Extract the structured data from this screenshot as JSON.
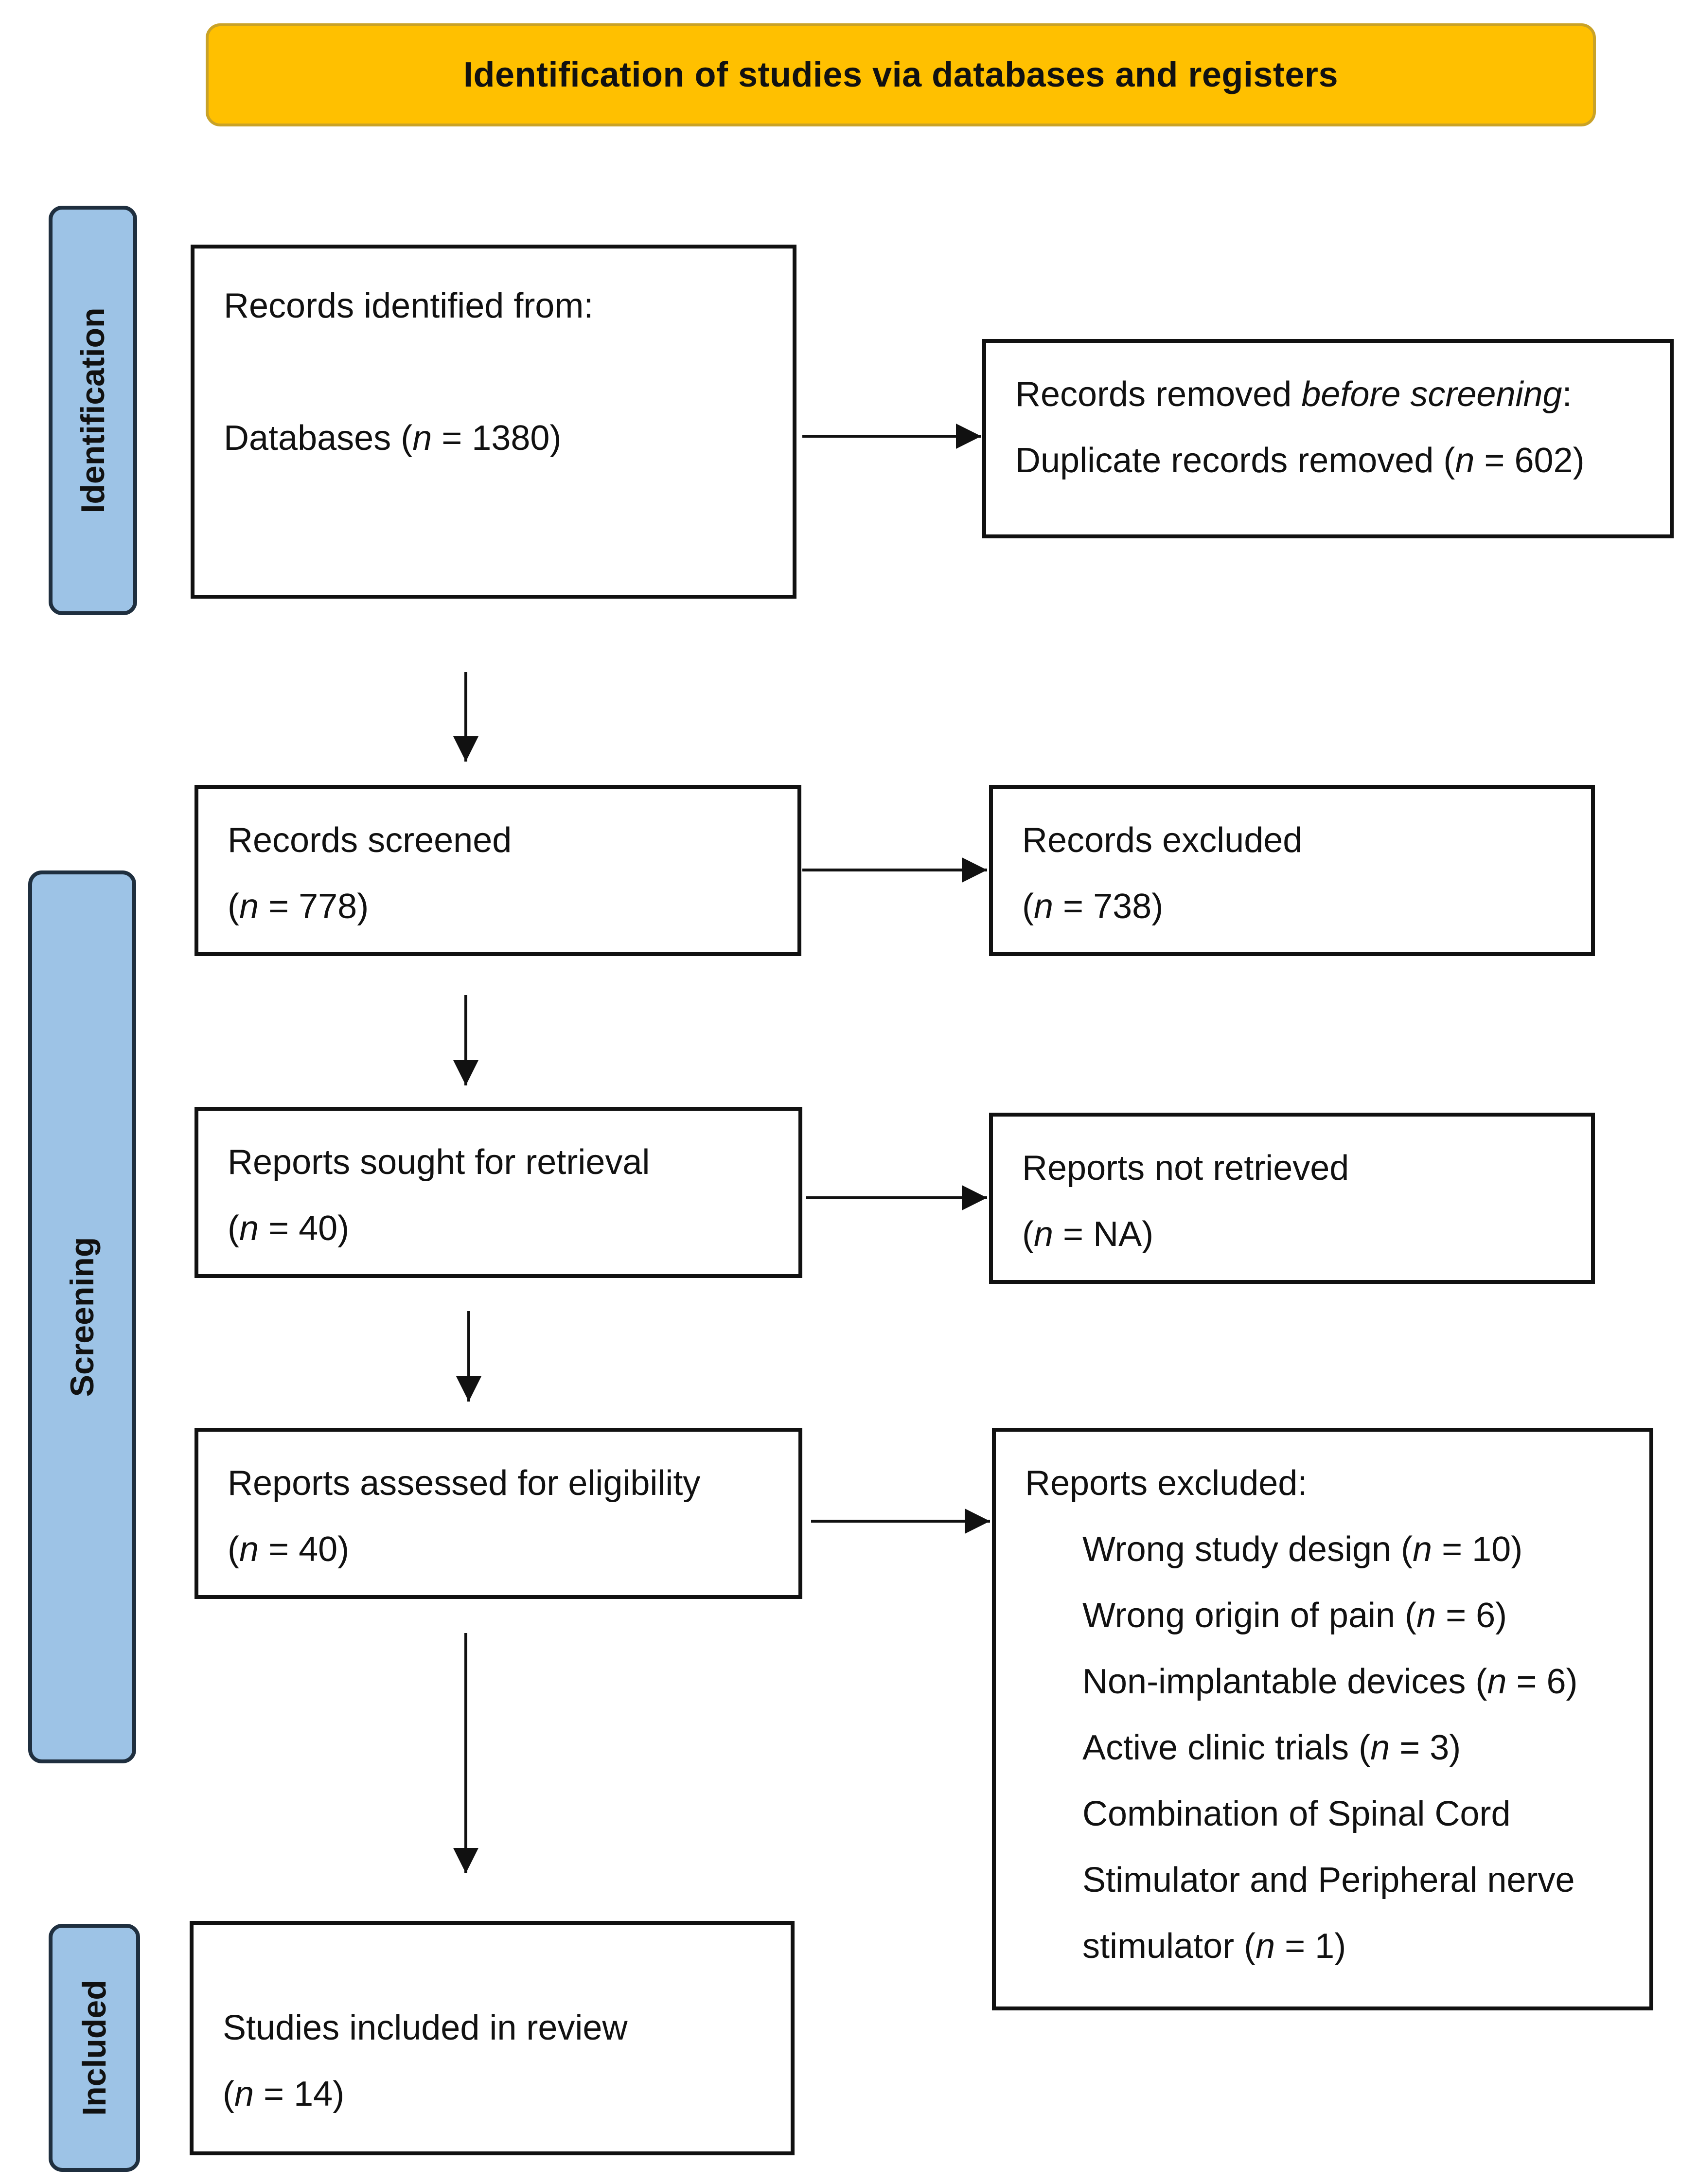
{
  "banner": {
    "title": "Identification of studies via databases and registers",
    "color": "#FFC000"
  },
  "phases": {
    "identification": "Identification",
    "screening": "Screening",
    "included": "Included",
    "color": "#9DC3E6"
  },
  "identified": {
    "title": "Records identified from:",
    "databases_label": "Databases (",
    "n_symbol": "n",
    "databases_count": " = 1380)"
  },
  "removed": {
    "title_prefix": "Records removed ",
    "title_italic": "before screening",
    "title_suffix": ":",
    "duplicates_label": "Duplicate records removed (",
    "n_symbol": "n",
    "duplicates_count": " = 602)"
  },
  "screened": {
    "title": "Records screened",
    "open": "(",
    "n_symbol": "n",
    "count": " = 778)"
  },
  "excluded_records": {
    "title": "Records excluded",
    "open": "(",
    "n_symbol": "n",
    "count": " = 738)"
  },
  "sought": {
    "title": "Reports sought for retrieval",
    "open": "(",
    "n_symbol": "n",
    "count": " = 40)"
  },
  "not_retrieved": {
    "title": "Reports not retrieved",
    "open": "(",
    "n_symbol": "n",
    "count": " = NA)"
  },
  "assessed": {
    "title": "Reports assessed for eligibility",
    "open": "(",
    "n_symbol": "n",
    "count": " = 40)"
  },
  "reports_excluded": {
    "title": "Reports excluded:",
    "reasons": [
      {
        "label": "Wrong study design (",
        "n_symbol": "n",
        "count": " = 10)"
      },
      {
        "label": "Wrong origin of pain (",
        "n_symbol": "n",
        "count": " = 6)"
      },
      {
        "label": "Non-implantable devices (",
        "n_symbol": "n",
        "count": " = 6)"
      },
      {
        "label": "Active clinic trials (",
        "n_symbol": "n",
        "count": " = 3)"
      }
    ],
    "combo_line1": "Combination of Spinal Cord",
    "combo_line2": "Stimulator and Peripheral nerve",
    "combo_line3_label": "stimulator (",
    "combo_n_symbol": "n",
    "combo_count": " = 1)"
  },
  "included": {
    "title": "Studies included in review",
    "open": "(",
    "n_symbol": "n",
    "count": " = 14)"
  }
}
